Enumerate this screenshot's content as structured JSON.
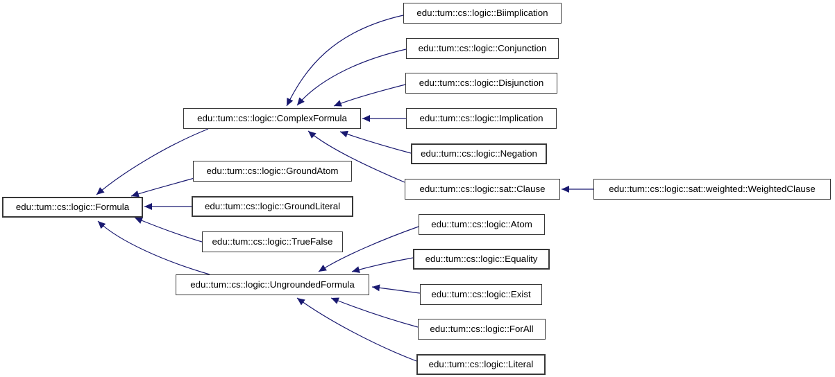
{
  "diagram": {
    "type": "class-inheritance-graph",
    "colors": {
      "background": "#ffffff",
      "arrow": "#191970",
      "box_border": "#383838",
      "box_fill": "#ffffff",
      "text": "#000000"
    },
    "nodes": {
      "formula": {
        "label": "edu::tum::cs::logic::Formula"
      },
      "complexFormula": {
        "label": "edu::tum::cs::logic::ComplexFormula"
      },
      "groundAtom": {
        "label": "edu::tum::cs::logic::GroundAtom"
      },
      "groundLiteral": {
        "label": "edu::tum::cs::logic::GroundLiteral"
      },
      "trueFalse": {
        "label": "edu::tum::cs::logic::TrueFalse"
      },
      "ungroundedFormula": {
        "label": "edu::tum::cs::logic::UngroundedFormula"
      },
      "biimplication": {
        "label": "edu::tum::cs::logic::Biimplication"
      },
      "conjunction": {
        "label": "edu::tum::cs::logic::Conjunction"
      },
      "disjunction": {
        "label": "edu::tum::cs::logic::Disjunction"
      },
      "implication": {
        "label": "edu::tum::cs::logic::Implication"
      },
      "negation": {
        "label": "edu::tum::cs::logic::Negation"
      },
      "clause": {
        "label": "edu::tum::cs::logic::sat::Clause"
      },
      "atom": {
        "label": "edu::tum::cs::logic::Atom"
      },
      "equality": {
        "label": "edu::tum::cs::logic::Equality"
      },
      "exist": {
        "label": "edu::tum::cs::logic::Exist"
      },
      "forAll": {
        "label": "edu::tum::cs::logic::ForAll"
      },
      "literal": {
        "label": "edu::tum::cs::logic::Literal"
      },
      "weightedClause": {
        "label": "edu::tum::cs::logic::sat::weighted::WeightedClause"
      }
    },
    "edges": [
      {
        "from": "complexFormula",
        "to": "formula"
      },
      {
        "from": "groundAtom",
        "to": "formula"
      },
      {
        "from": "groundLiteral",
        "to": "formula"
      },
      {
        "from": "trueFalse",
        "to": "formula"
      },
      {
        "from": "ungroundedFormula",
        "to": "formula"
      },
      {
        "from": "biimplication",
        "to": "complexFormula"
      },
      {
        "from": "conjunction",
        "to": "complexFormula"
      },
      {
        "from": "disjunction",
        "to": "complexFormula"
      },
      {
        "from": "implication",
        "to": "complexFormula"
      },
      {
        "from": "negation",
        "to": "complexFormula"
      },
      {
        "from": "clause",
        "to": "complexFormula"
      },
      {
        "from": "weightedClause",
        "to": "clause"
      },
      {
        "from": "atom",
        "to": "ungroundedFormula"
      },
      {
        "from": "equality",
        "to": "ungroundedFormula"
      },
      {
        "from": "exist",
        "to": "ungroundedFormula"
      },
      {
        "from": "forAll",
        "to": "ungroundedFormula"
      },
      {
        "from": "literal",
        "to": "ungroundedFormula"
      }
    ]
  }
}
